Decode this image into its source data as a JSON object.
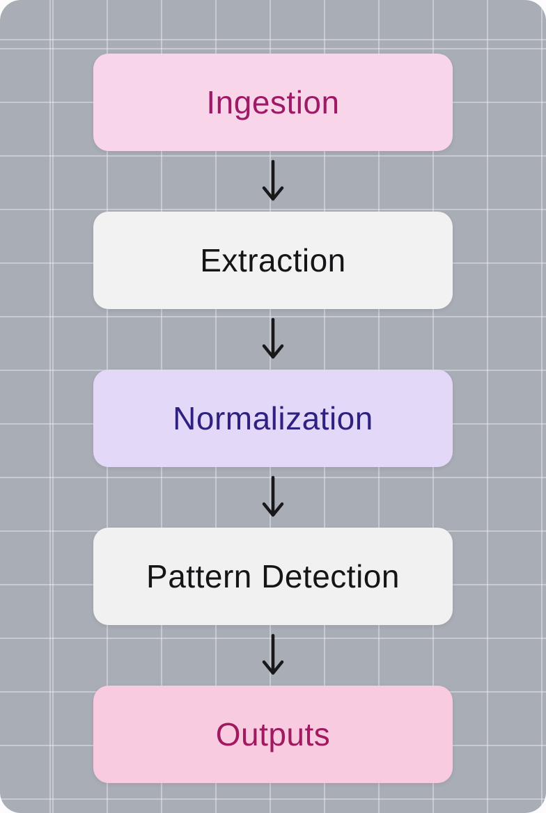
{
  "canvas": {
    "outer_background": "#fcfcfd",
    "background_color": "#a9adb5",
    "grid_line_color": "rgba(236,240,244,0.45)"
  },
  "flowchart": {
    "connector_color": "#19191c",
    "nodes": [
      {
        "label": "Ingestion",
        "bg": "#f9d5e9",
        "text_color": "#9e1a66"
      },
      {
        "label": "Extraction",
        "bg": "#f2f2f3",
        "text_color": "#151518"
      },
      {
        "label": "Normalization",
        "bg": "#e4d8f8",
        "text_color": "#2e2180"
      },
      {
        "label": "Pattern Detection",
        "bg": "#f1f1f2",
        "text_color": "#151518"
      },
      {
        "label": "Outputs",
        "bg": "#f8cbe1",
        "text_color": "#a1195f"
      }
    ]
  }
}
